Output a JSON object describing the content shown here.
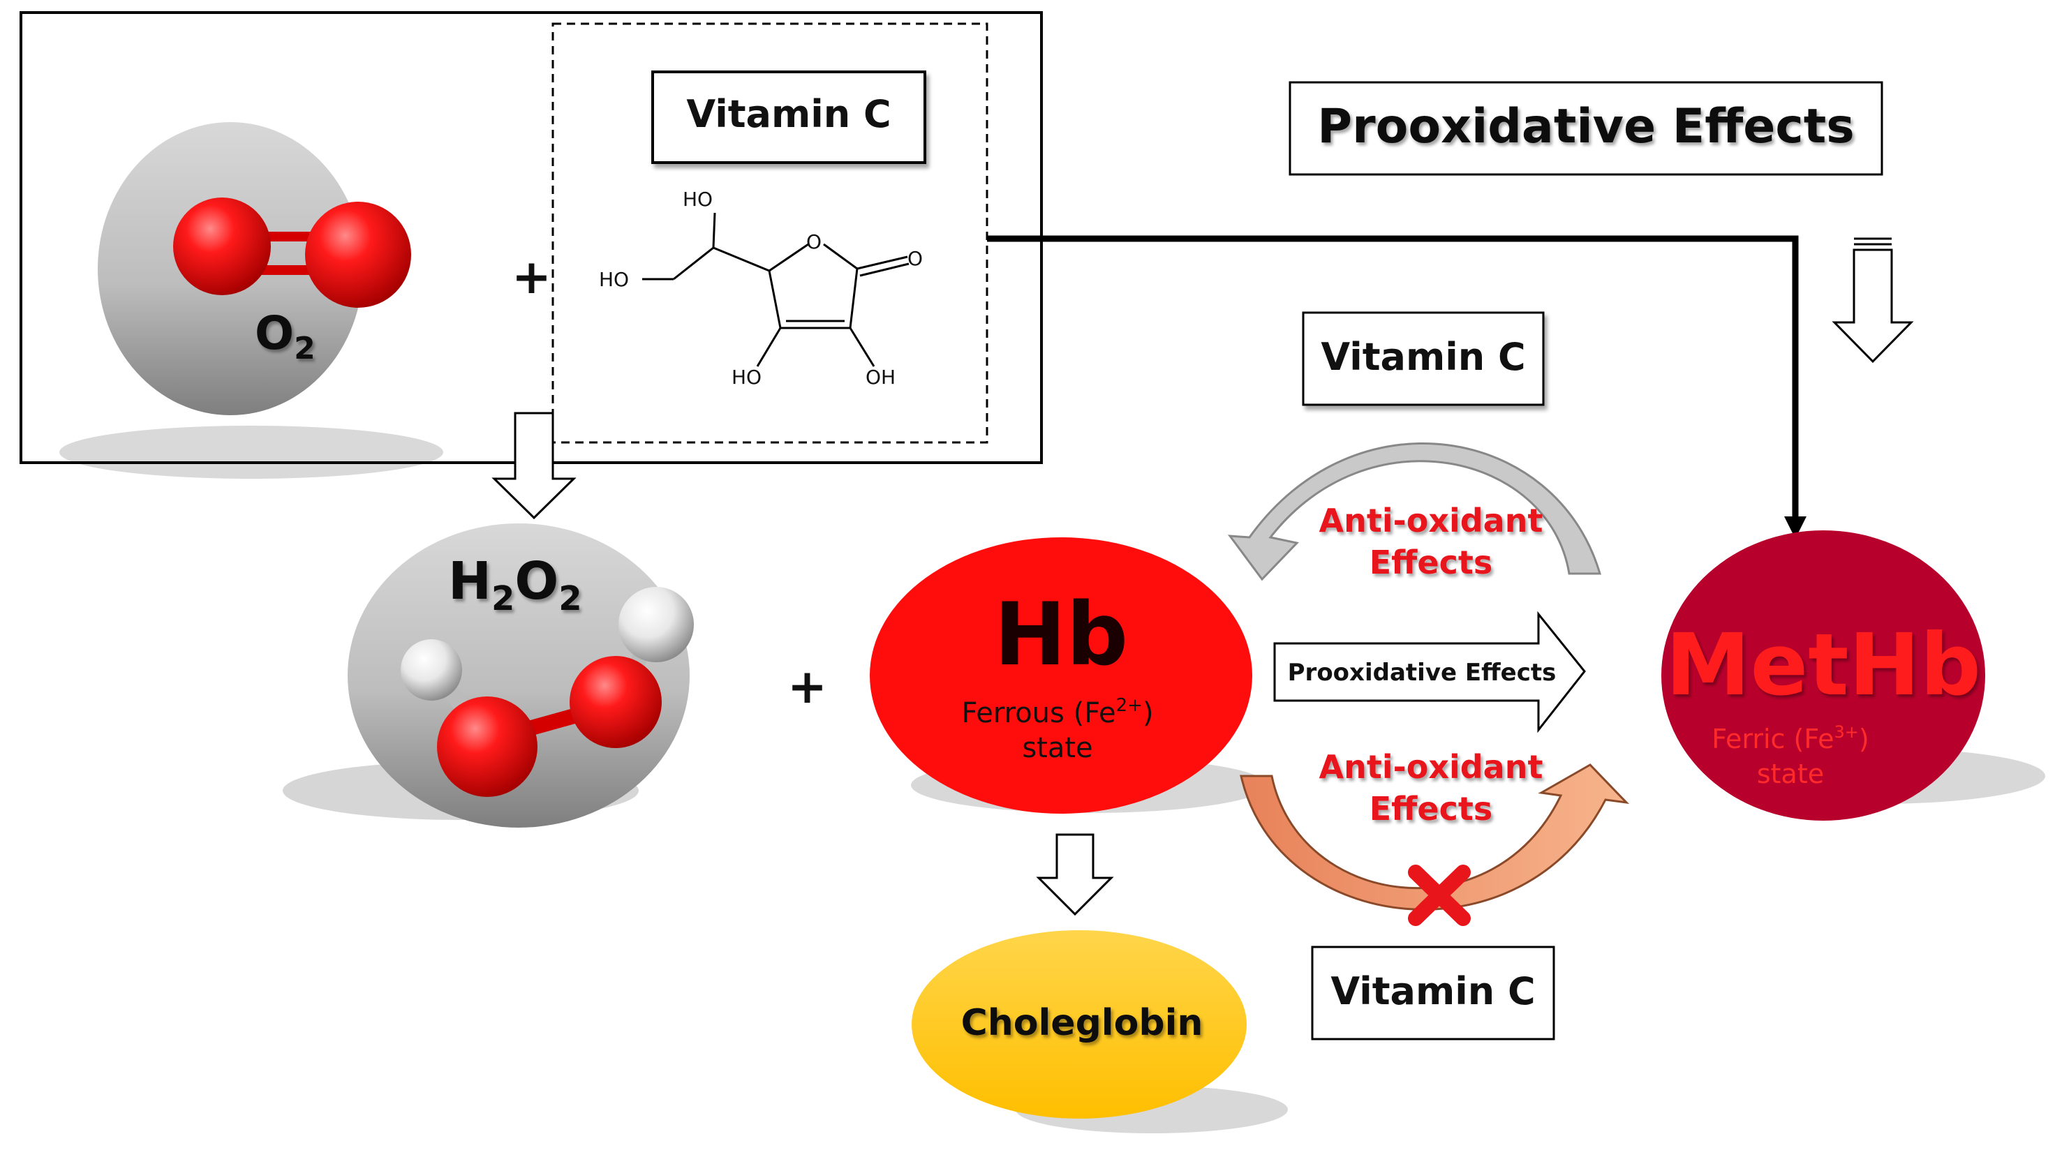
{
  "top_left": {
    "o2_label": "O",
    "o2_sub": "2",
    "plus": "+",
    "vitc_box_label": "Vitamin C",
    "struct_labels": [
      "HO",
      "HO",
      "O",
      "O",
      "HO",
      "OH"
    ]
  },
  "h2o2": {
    "label_h": "H",
    "label_sub1": "2",
    "label_o": "O",
    "label_sub2": "2",
    "plus": "+"
  },
  "prox_box": {
    "label": "Prooxidative Effects"
  },
  "vitc_mid": {
    "label": "Vitamin C"
  },
  "vitc_bottom": {
    "label": "Vitamin C"
  },
  "hb": {
    "title": "Hb",
    "line1_pre": "Ferrous (Fe",
    "line1_sup": "2+",
    "line1_post": ")",
    "line2": "state"
  },
  "methb": {
    "title": "MetHb",
    "line1_pre": "Ferric (Fe",
    "line1_sup": "3+",
    "line1_post": ")",
    "line2": "state"
  },
  "anti_top": {
    "line1": "Anti-oxidant",
    "line2": "Effects"
  },
  "anti_bottom": {
    "line1": "Anti-oxidant",
    "line2": "Effects"
  },
  "prox_arrow": {
    "label": "Prooxidative Effects"
  },
  "choleglobin": {
    "label": "Choleglobin"
  },
  "colors": {
    "hb": "#ff0d0d",
    "methb": "#b8002c",
    "choleglobin": "#ffc000",
    "anti_text": "#e8151b",
    "cross": "#e8151b"
  }
}
